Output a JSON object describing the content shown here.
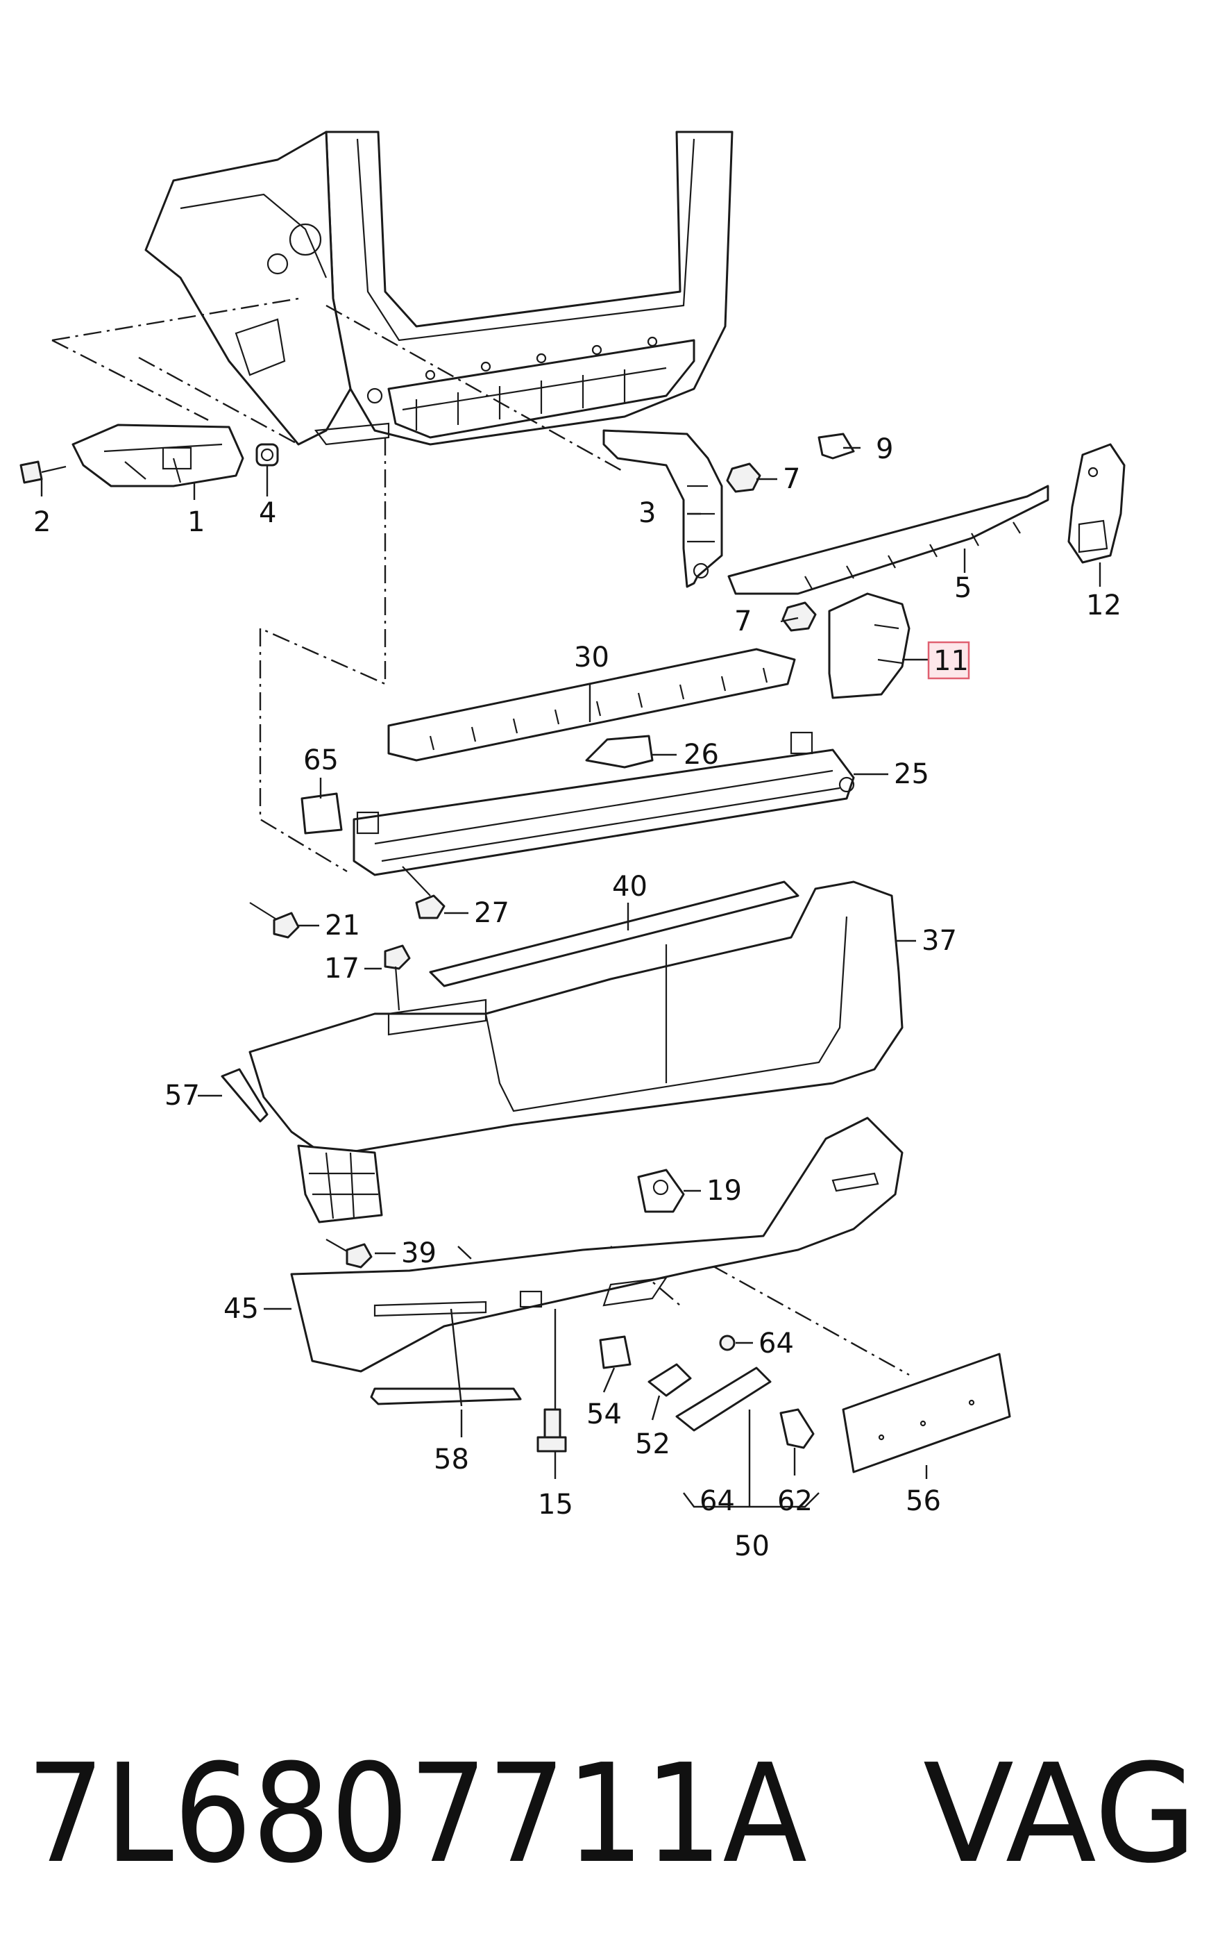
{
  "part_number": "7L6807711A",
  "brand": "VAG",
  "highlighted_label": "11",
  "colors": {
    "line": "#1a1a1a",
    "highlight_fill": "#fde7ea",
    "highlight_border": "#e06070"
  },
  "callouts": {
    "c1": "1",
    "c2": "2",
    "c3": "3",
    "c4": "4",
    "c5": "5",
    "c7a": "7",
    "c7b": "7",
    "c9": "9",
    "c11": "11",
    "c12": "12",
    "c15": "15",
    "c17": "17",
    "c19": "19",
    "c21": "21",
    "c25": "25",
    "c26": "26",
    "c27": "27",
    "c30": "30",
    "c37": "37",
    "c39": "39",
    "c40": "40",
    "c45": "45",
    "c50": "50",
    "c52": "52",
    "c54": "54",
    "c56": "56",
    "c57": "57",
    "c58": "58",
    "c62": "62",
    "c64a": "64",
    "c64b": "64",
    "c65": "65"
  }
}
